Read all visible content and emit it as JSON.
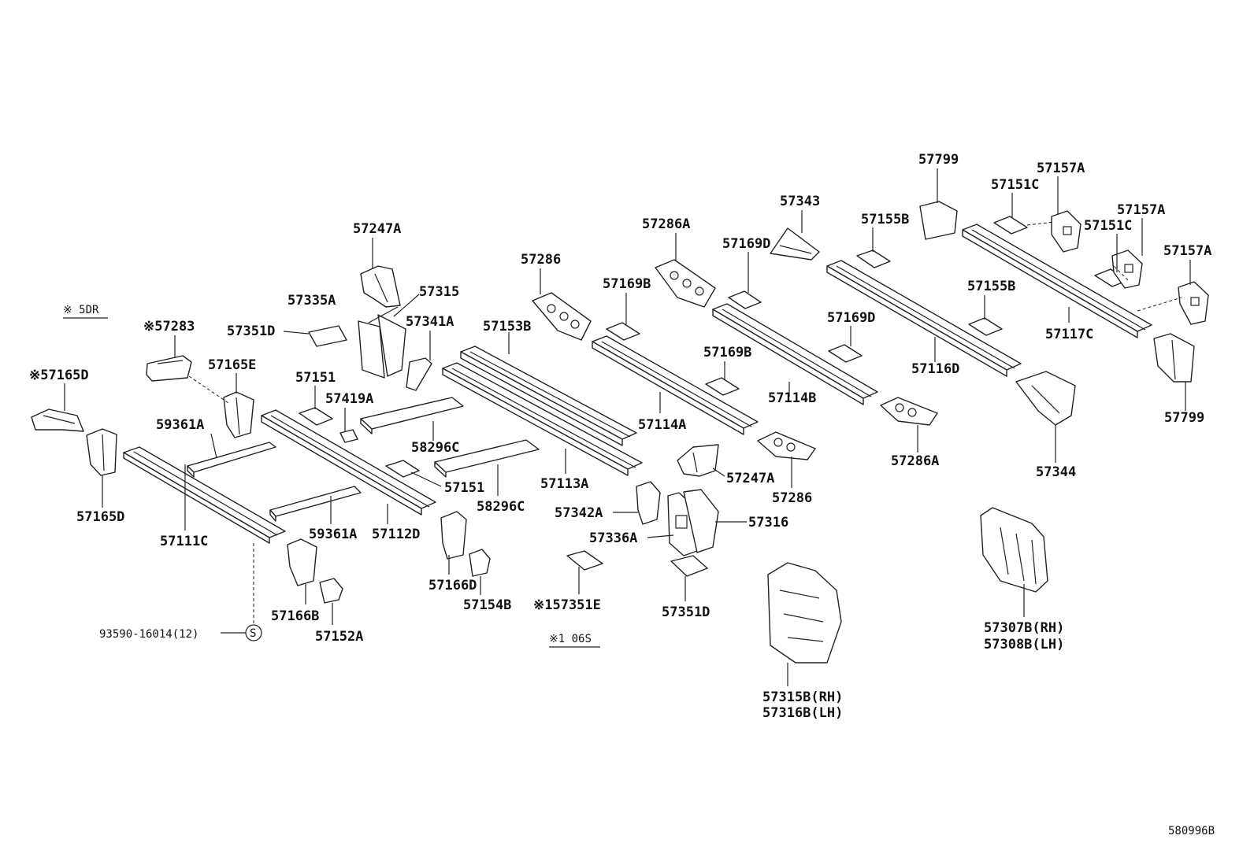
{
  "diagram_id": "580996B",
  "notes": {
    "five_door": "※ 5DR",
    "one_06s": "※1 06S"
  },
  "labels": {
    "p57799_a": "57799",
    "p57157a_a": "57157A",
    "p57151c_a": "57151C",
    "p57157a_b": "57157A",
    "p57151c_b": "57151C",
    "p57157a_c": "57157A",
    "p57343": "57343",
    "p57155b_a": "57155B",
    "p57286a_a": "57286A",
    "p57169d_a": "57169D",
    "p57247a_a": "57247A",
    "p57286": "57286",
    "p57169b_a": "57169B",
    "p57155b_b": "57155B",
    "p57335a": "57335A",
    "p57315": "57315",
    "p57351d_a": "57351D",
    "p57341a": "57341A",
    "p57153b": "57153B",
    "p57169d_b": "57169D",
    "p57283": "※57283",
    "p57117c": "57117C",
    "p57169b_b": "57169B",
    "p57165d_a": "※57165D",
    "p57165e": "57165E",
    "p57151_a": "57151",
    "p57116d": "57116D",
    "p57419a": "57419A",
    "p57114b": "57114B",
    "p57799_b": "57799",
    "p59361a_a": "59361A",
    "p57114a": "57114A",
    "p58296c_a": "58296C",
    "p57286a_b": "57286A",
    "p57344": "57344",
    "p57247a_b": "57247A",
    "p57151_b": "57151",
    "p57113a": "57113A",
    "p57286_b": "57286",
    "p58296c_b": "58296C",
    "p57165d_b": "57165D",
    "p57342a": "57342A",
    "p57316": "57316",
    "p59361a_b": "59361A",
    "p57112d": "57112D",
    "p57111c": "57111C",
    "p57336a": "57336A",
    "p57166d": "57166D",
    "p57166b": "57166B",
    "p57154b": "57154B",
    "p57351e": "※157351E",
    "p57351d_b": "57351D",
    "p57307b": "57307B(RH)",
    "p57308b": "57308B(LH)",
    "p93590": "93590-16014(12)",
    "p57315b": "57315B(RH)",
    "p57316b": "57316B(LH)",
    "s_symbol": "S",
    "p57152a": "57152A"
  }
}
